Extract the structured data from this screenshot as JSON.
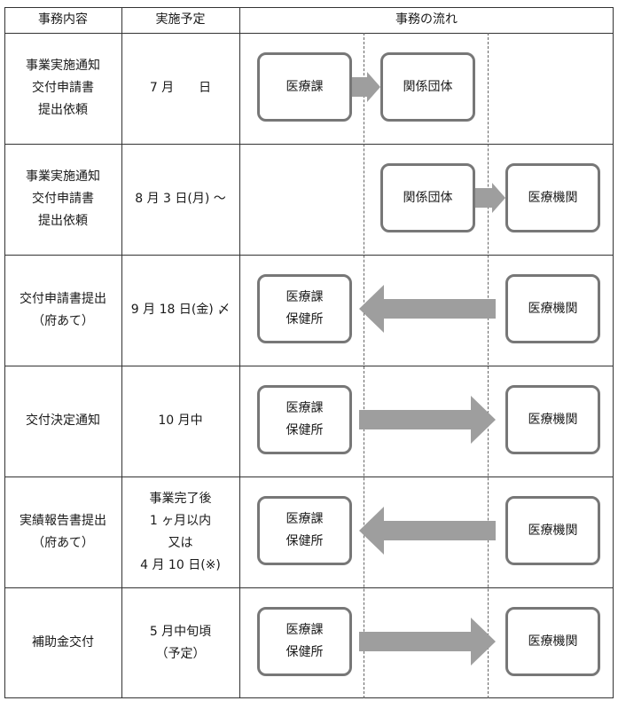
{
  "header": {
    "task": "事務内容",
    "schedule": "実施予定",
    "flow": "事務の流れ"
  },
  "colors": {
    "grid_line": "#333333",
    "box_border": "#777777",
    "arrow_fill": "#9e9e9e"
  },
  "rows": [
    {
      "task": [
        "事業実施通知",
        "交付申請書",
        "提出依頼"
      ],
      "schedule": [
        "7 月　　日"
      ],
      "flow": {
        "from": [
          "医療課"
        ],
        "to": [
          "関係団体"
        ],
        "arrow": "right"
      }
    },
    {
      "task": [
        "事業実施通知",
        "交付申請書",
        "提出依頼"
      ],
      "schedule": [
        "8 月 3 日(月) ～"
      ],
      "flow": {
        "from": [
          "関係団体"
        ],
        "to": [
          "医療機関"
        ],
        "arrow": "right"
      }
    },
    {
      "task": [
        "交付申請書提出",
        "（府あて）"
      ],
      "schedule": [
        "9 月 18 日(金) 〆"
      ],
      "flow": {
        "from": [
          "医療機関"
        ],
        "to": [
          "医療課",
          "保健所"
        ],
        "arrow": "left"
      }
    },
    {
      "task": [
        "交付決定通知"
      ],
      "schedule": [
        "10 月中"
      ],
      "flow": {
        "from": [
          "医療課",
          "保健所"
        ],
        "to": [
          "医療機関"
        ],
        "arrow": "right"
      }
    },
    {
      "task": [
        "実績報告書提出",
        "（府あて）"
      ],
      "schedule": [
        "事業完了後",
        "1 ヶ月以内",
        "又は",
        "4 月 10 日(※)"
      ],
      "flow": {
        "from": [
          "医療機関"
        ],
        "to": [
          "医療課",
          "保健所"
        ],
        "arrow": "left"
      }
    },
    {
      "task": [
        "補助金交付"
      ],
      "schedule": [
        "5 月中旬頃",
        "（予定）"
      ],
      "flow": {
        "from": [
          "医療課",
          "保健所"
        ],
        "to": [
          "医療機関"
        ],
        "arrow": "right"
      }
    }
  ]
}
